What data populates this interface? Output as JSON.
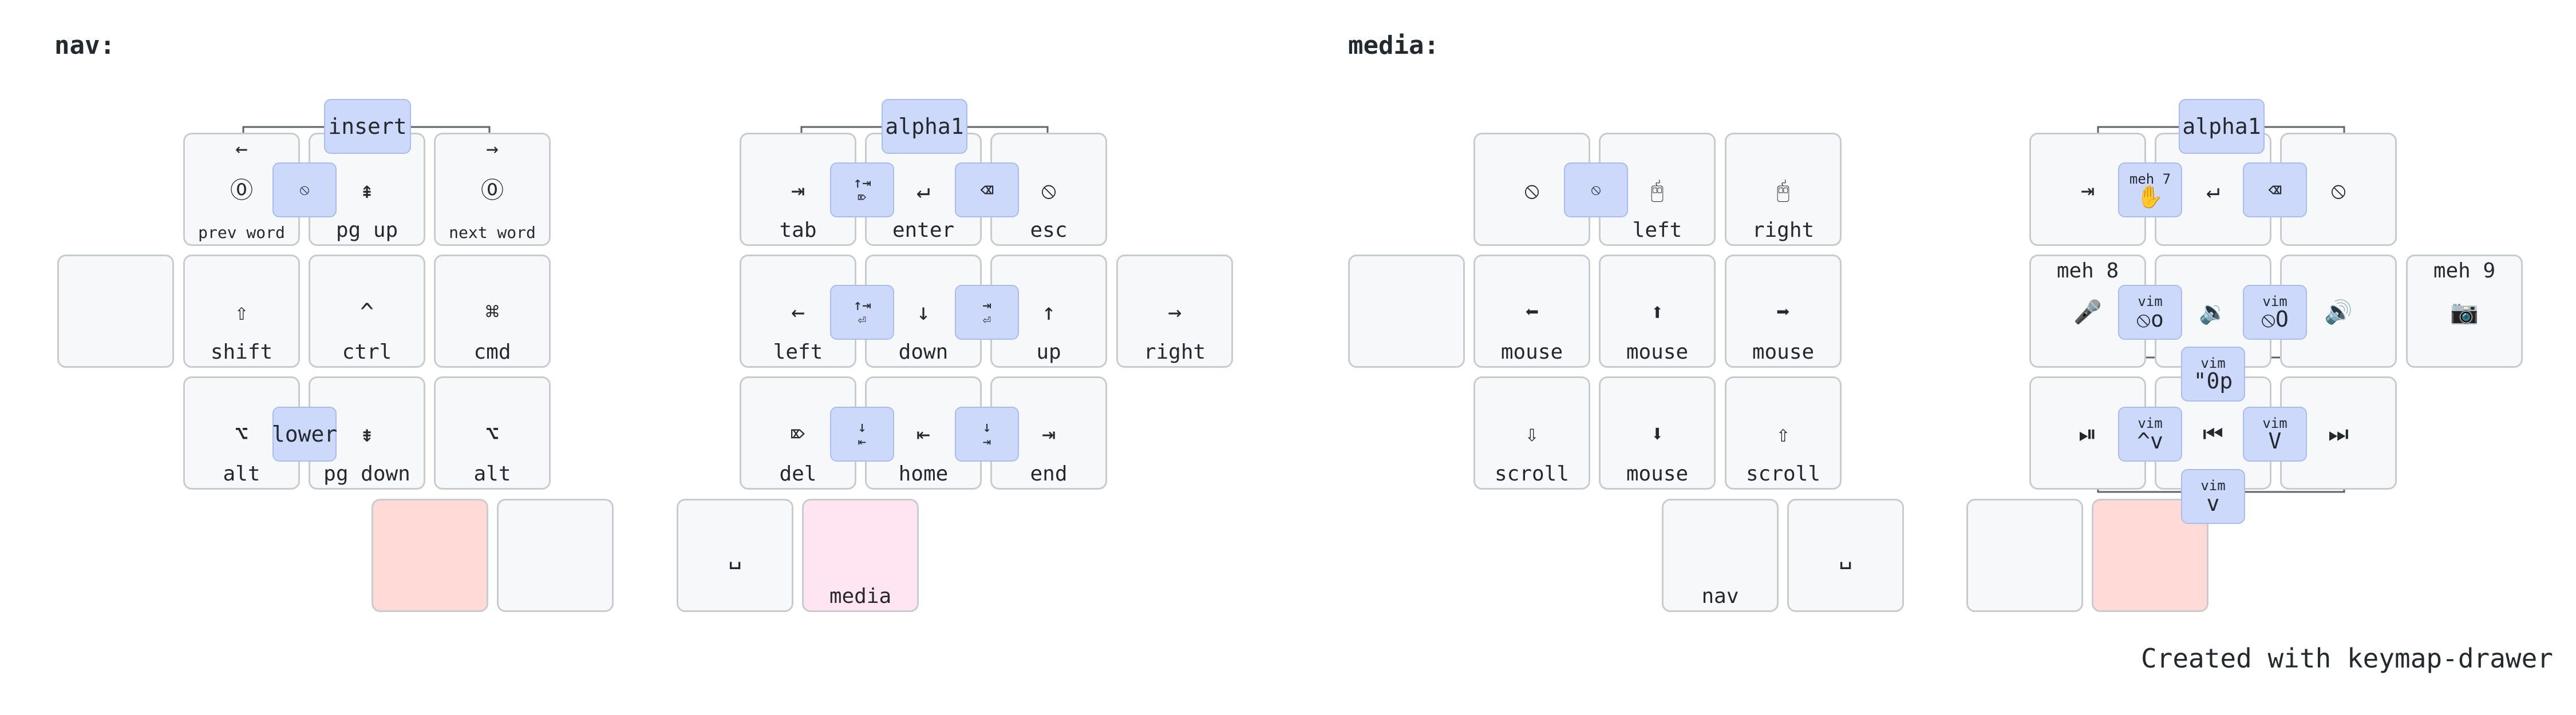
{
  "layers": [
    {
      "title": "nav:",
      "keys": [
        {
          "name": "key-prev-word",
          "tap": "⓪",
          "icon": "word-circle-icon",
          "hold": "←",
          "label": "prev word",
          "small": true
        },
        {
          "name": "key-pg-up",
          "tap": "⇞",
          "icon": "page-up-icon",
          "label": "pg up"
        },
        {
          "name": "key-next-word",
          "tap": "⓪",
          "icon": "word-circle-icon",
          "hold": "→",
          "label": "next word",
          "small": true
        },
        {
          "name": "key-empty-left",
          "tap": "",
          "icon": "",
          "label": ""
        },
        {
          "name": "key-shift",
          "tap": "⇧",
          "icon": "shift-icon",
          "label": "shift"
        },
        {
          "name": "key-ctrl",
          "tap": "^",
          "icon": "ctrl-icon",
          "label": "ctrl"
        },
        {
          "name": "key-cmd",
          "tap": "⌘",
          "icon": "cmd-icon",
          "label": "cmd"
        },
        {
          "name": "key-alt-left",
          "tap": "⌥",
          "icon": "option-icon",
          "label": "alt"
        },
        {
          "name": "key-pg-down",
          "tap": "⇟",
          "icon": "page-down-icon",
          "label": "pg down"
        },
        {
          "name": "key-alt-right",
          "tap": "⌥",
          "icon": "option-icon",
          "label": "alt"
        },
        {
          "name": "key-thumb-red",
          "tap": "",
          "icon": "",
          "label": ""
        },
        {
          "name": "key-thumb-empty",
          "tap": "",
          "icon": "",
          "label": ""
        },
        {
          "name": "key-tab",
          "tap": "⇥",
          "icon": "tab-icon",
          "label": "tab"
        },
        {
          "name": "key-enter",
          "tap": "↵",
          "icon": "enter-icon",
          "label": "enter"
        },
        {
          "name": "key-esc",
          "tap": "⦸",
          "icon": "esc-icon",
          "label": "esc"
        },
        {
          "name": "key-left",
          "tap": "←",
          "icon": "arrow-left-icon",
          "label": "left"
        },
        {
          "name": "key-down",
          "tap": "↓",
          "icon": "arrow-down-icon",
          "label": "down"
        },
        {
          "name": "key-up",
          "tap": "↑",
          "icon": "arrow-up-icon",
          "label": "up"
        },
        {
          "name": "key-right",
          "tap": "→",
          "icon": "arrow-right-icon",
          "label": "right"
        },
        {
          "name": "key-del",
          "tap": "⌦",
          "icon": "delete-icon",
          "label": "del"
        },
        {
          "name": "key-home",
          "tap": "⇤",
          "icon": "home-icon",
          "label": "home"
        },
        {
          "name": "key-end",
          "tap": "⇥",
          "icon": "end-icon",
          "label": "end"
        },
        {
          "name": "key-space",
          "tap": "␣",
          "icon": "space-icon",
          "label": ""
        },
        {
          "name": "key-media",
          "tap": "",
          "icon": "",
          "label": "media"
        }
      ],
      "combos": [
        {
          "name": "combo-insert",
          "text": "insert"
        },
        {
          "name": "combo-none",
          "text": "⦸",
          "icon": "none-icon"
        },
        {
          "name": "combo-lower",
          "text": "lower"
        },
        {
          "name": "combo-alpha1",
          "text": "alpha1"
        },
        {
          "name": "combo-tab-swap",
          "text": "↑⇥",
          "sub": "⌦",
          "icon": "tab-up-icon"
        },
        {
          "name": "combo-backspace",
          "text": "⌫",
          "icon": "backspace-icon"
        },
        {
          "name": "combo-up-enter",
          "text": "↑⇥",
          "sub": "⏎",
          "icon": "tab-up-icon"
        },
        {
          "name": "combo-tab-enter",
          "text": "⇥",
          "sub": "⏎",
          "icon": "tab-icon"
        },
        {
          "name": "combo-down-home",
          "text": "↓",
          "sub": "⇤",
          "icon": "arrow-down-icon"
        },
        {
          "name": "combo-down-end",
          "text": "↓",
          "sub": "⇥",
          "icon": "arrow-down-icon"
        }
      ]
    },
    {
      "title": "media:",
      "keys": [
        {
          "name": "key-m-none1",
          "tap": "⦸",
          "icon": "none-icon",
          "label": ""
        },
        {
          "name": "key-mouse-left",
          "tap": "🖰",
          "icon": "mouse-icon",
          "label": "left"
        },
        {
          "name": "key-mouse-right",
          "tap": "🖰",
          "icon": "mouse-icon",
          "label": "right"
        },
        {
          "name": "key-m-empty",
          "tap": "",
          "icon": "",
          "label": ""
        },
        {
          "name": "key-mouse-move-left",
          "tap": "⬅",
          "icon": "circle-arrow-left-icon",
          "label": "mouse"
        },
        {
          "name": "key-mouse-move-up",
          "tap": "⬆",
          "icon": "circle-arrow-up-icon",
          "label": "mouse"
        },
        {
          "name": "key-mouse-move-right",
          "tap": "➡",
          "icon": "circle-arrow-right-icon",
          "label": "mouse"
        },
        {
          "name": "key-scroll-down",
          "tap": "⇩",
          "icon": "scroll-down-icon",
          "label": "scroll"
        },
        {
          "name": "key-mouse-move-down",
          "tap": "⬇",
          "icon": "circle-arrow-down-icon",
          "label": "mouse"
        },
        {
          "name": "key-scroll-up",
          "tap": "⇧",
          "icon": "scroll-up-icon",
          "label": "scroll"
        },
        {
          "name": "key-nav",
          "tap": "",
          "icon": "",
          "label": "nav"
        },
        {
          "name": "key-m-space",
          "tap": "␣",
          "icon": "space-icon",
          "label": ""
        },
        {
          "name": "key-m-tab",
          "tap": "⇥",
          "icon": "tab-icon",
          "label": ""
        },
        {
          "name": "key-m-enter",
          "tap": "↵",
          "icon": "enter-icon",
          "label": ""
        },
        {
          "name": "key-m-none2",
          "tap": "⦸",
          "icon": "none-icon",
          "label": ""
        },
        {
          "name": "key-meh8",
          "tap": "🎤",
          "icon": "microphone-icon",
          "hold": "meh 8",
          "label": ""
        },
        {
          "name": "key-vol-down",
          "tap": "🔉",
          "icon": "volume-down-icon",
          "label": ""
        },
        {
          "name": "key-vol-up",
          "tap": "🔊",
          "icon": "volume-up-icon",
          "label": ""
        },
        {
          "name": "key-meh9",
          "tap": "📷",
          "icon": "camera-icon",
          "hold": "meh 9",
          "label": ""
        },
        {
          "name": "key-play-pause",
          "tap": "⏯",
          "icon": "play-pause-icon",
          "label": ""
        },
        {
          "name": "key-prev-track",
          "tap": "⏮",
          "icon": "prev-track-icon",
          "label": ""
        },
        {
          "name": "key-next-track",
          "tap": "⏭",
          "icon": "next-track-icon",
          "label": ""
        },
        {
          "name": "key-m-thumb-empty",
          "tap": "",
          "icon": "",
          "label": ""
        },
        {
          "name": "key-m-thumb-red",
          "tap": "",
          "icon": "",
          "label": ""
        }
      ],
      "combos": [
        {
          "name": "combo-m-none",
          "text": "⦸",
          "icon": "none-icon"
        },
        {
          "name": "combo-m-alpha1",
          "text": "alpha1"
        },
        {
          "name": "combo-meh7",
          "top": "meh 7",
          "text": "✋",
          "icon": "hand-icon"
        },
        {
          "name": "combo-m-backspace",
          "text": "⌫",
          "icon": "backspace-icon"
        },
        {
          "name": "combo-vim-o",
          "top": "vim",
          "text": "⦸o"
        },
        {
          "name": "combo-vim-O",
          "top": "vim",
          "text": "⦸O"
        },
        {
          "name": "combo-vim-0p",
          "top": "vim",
          "text": "\"0p"
        },
        {
          "name": "combo-vim-ctrl-v",
          "top": "vim",
          "text": "^v"
        },
        {
          "name": "combo-vim-V",
          "top": "vim",
          "text": "V"
        },
        {
          "name": "combo-vim-v",
          "top": "vim",
          "text": "v"
        }
      ]
    }
  ],
  "credit": "Created with keymap-drawer"
}
